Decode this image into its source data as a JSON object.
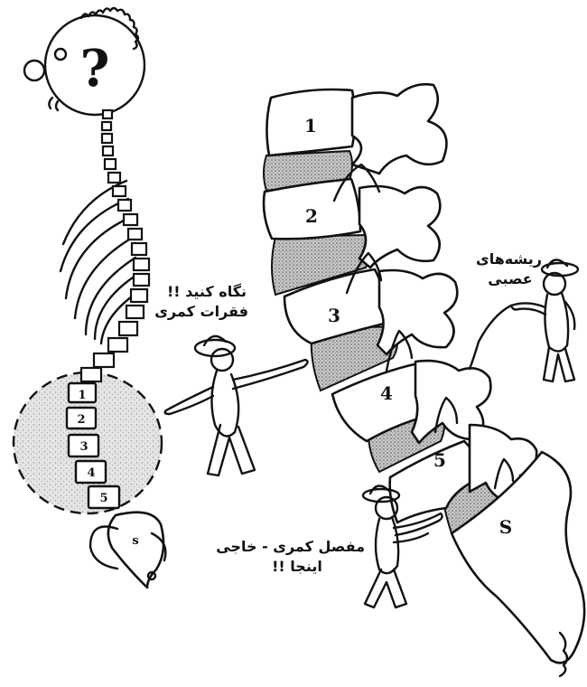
{
  "labels": {
    "look_line1": "نگاه کنید !!",
    "look_line2": "فقرات کمری",
    "nerve_line1": "ریشه‌های",
    "nerve_line2": "عصبی",
    "joint_line1": "مفصل کمری - خاجی",
    "joint_line2": "اینجا !!"
  },
  "head_mark": "?",
  "small_vertebra_numbers": [
    "1",
    "2",
    "3",
    "4",
    "5",
    "s"
  ],
  "large_vertebra_numbers": [
    "1",
    "2",
    "3",
    "4",
    "5",
    "S"
  ],
  "colors": {
    "ink": "#111111",
    "disc_shade": "#9a9a9a",
    "background": "#ffffff"
  }
}
